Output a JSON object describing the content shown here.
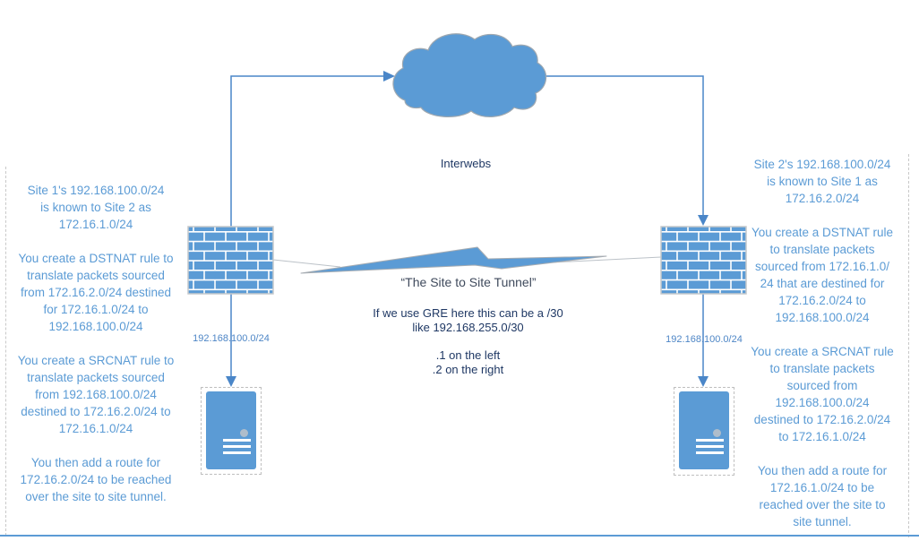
{
  "colors": {
    "shape_blue": "#5B9BD5",
    "connector_blue": "#4A86C8",
    "note_text_blue": "#5B9BD5",
    "subnet_label_blue": "#4E86C6",
    "center_text_navy": "#1F3864",
    "tunnel_label_gray": "#3F4A5C",
    "outline_gray": "#A6A6A6",
    "dashed_gray": "#BFBFBF"
  },
  "cloud": {
    "label": "Interwebs"
  },
  "tunnel": {
    "label": "“The Site to Site Tunnel”",
    "gre_note": "If we use GRE here this can be a /30\nlike 192.168.255.0/30",
    "endpoint_note": ".1 on the left\n.2 on the right"
  },
  "site1": {
    "firewall_subnet_label": "192.168.100.0/24",
    "notes": [
      "Site 1's 192.168.100.0/24\nis known to Site 2 as\n172.16.1.0/24",
      "You create a DSTNAT rule to\ntranslate packets sourced\nfrom 172.16.2.0/24 destined\nfor 172.16.1.0/24 to\n192.168.100.0/24",
      "You create a SRCNAT rule to\ntranslate packets sourced\nfrom 192.168.100.0/24\ndestined to 172.16.2.0/24 to\n172.16.1.0/24",
      "You then add a route for\n172.16.2.0/24 to be reached\nover the site to site tunnel."
    ]
  },
  "site2": {
    "firewall_subnet_label": "192.168.100.0/24",
    "notes": [
      "Site 2's 192.168.100.0/24\nis known to Site 1 as\n172.16.2.0/24",
      "You create a DSTNAT rule\nto translate packets\nsourced from 172.16.1.0/\n24 that are destined for\n172.16.2.0/24 to\n192.168.100.0/24",
      "You create a SRCNAT rule\nto translate packets\nsourced from\n192.168.100.0/24\ndestined to 172.16.2.0/24\nto 172.16.1.0/24",
      "You then add a route for\n172.16.1.0/24 to be\nreached over the site to\nsite tunnel."
    ]
  }
}
